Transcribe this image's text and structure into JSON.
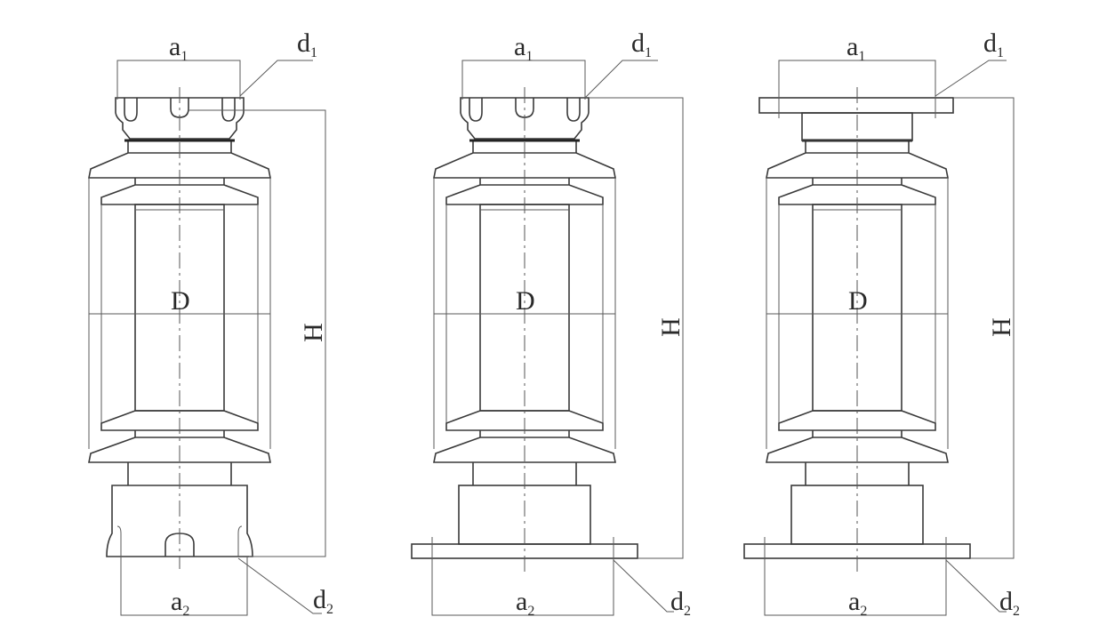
{
  "figure": {
    "description": "Dimension drawings of three post insulator variants",
    "views": [
      {
        "id": "view-1",
        "top_fitting": "slotted",
        "bottom_fitting": "slotted",
        "labels": {
          "a1": "a",
          "a1_sub": "1",
          "d1": "d",
          "d1_sub": "1",
          "D": "D",
          "H": "H",
          "a2": "a",
          "a2_sub": "2",
          "d2": "d",
          "d2_sub": "2"
        }
      },
      {
        "id": "view-2",
        "top_fitting": "slotted",
        "bottom_fitting": "flange",
        "labels": {
          "a1": "a",
          "a1_sub": "1",
          "d1": "d",
          "d1_sub": "1",
          "D": "D",
          "H": "H",
          "a2": "a",
          "a2_sub": "2",
          "d2": "d",
          "d2_sub": "2"
        }
      },
      {
        "id": "view-3",
        "top_fitting": "flange",
        "bottom_fitting": "flange",
        "labels": {
          "a1": "a",
          "a1_sub": "1",
          "d1": "d",
          "d1_sub": "1",
          "D": "D",
          "H": "H",
          "a2": "a",
          "a2_sub": "2",
          "d2": "d",
          "d2_sub": "2"
        }
      }
    ]
  }
}
